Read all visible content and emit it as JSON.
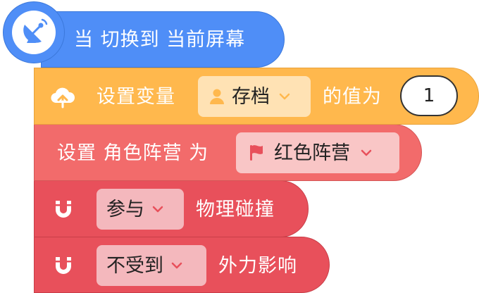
{
  "hat_block": {
    "label": "当 切换到 当前屏幕",
    "icon": "satellite-dish-icon",
    "color": "#4f8ef7"
  },
  "variable_block": {
    "prefix": "设置变量",
    "variable_name": "存档",
    "variable_icon": "person-icon",
    "suffix": "的值为",
    "value": "1",
    "icon": "cloud-upload-icon",
    "color": "#ffb84d"
  },
  "faction_block": {
    "label": "设置 角色阵营 为",
    "faction_value": "红色阵营",
    "faction_icon": "flag-icon",
    "color": "#f26b6b"
  },
  "collision_block": {
    "option": "参与",
    "label": "物理碰撞",
    "icon": "magnet-icon",
    "color": "#e8505b"
  },
  "force_block": {
    "option": "不受到",
    "label": "外力影响",
    "icon": "magnet-icon",
    "color": "#e8505b"
  }
}
